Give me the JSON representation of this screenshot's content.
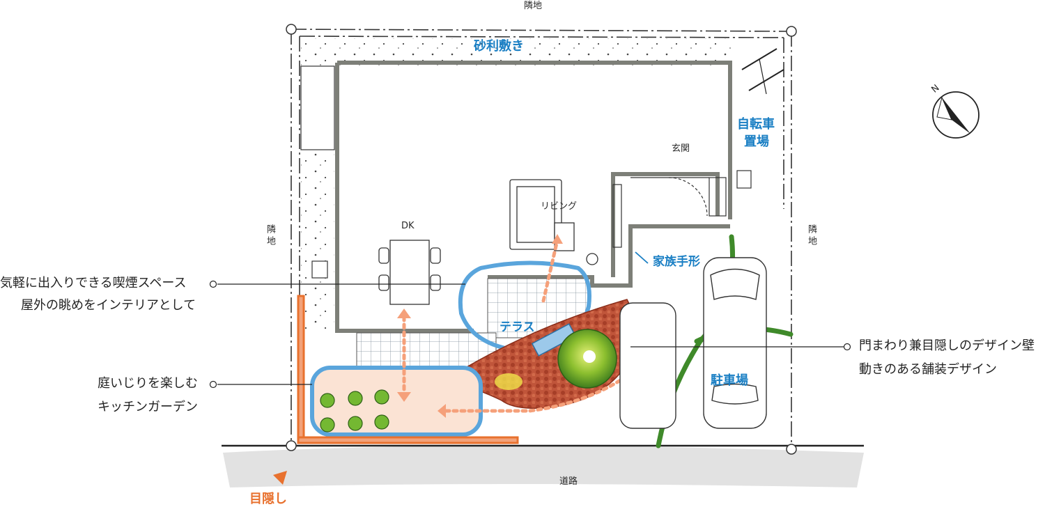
{
  "surroundings": {
    "top": "隣地",
    "left": "隣地",
    "right": "隣地",
    "bottom": "道路"
  },
  "rooms": {
    "dk": "DK",
    "living": "リビング",
    "entrance": "玄関"
  },
  "zones": {
    "gravel": "砂利敷き",
    "bicycle_line1": "自転車",
    "bicycle_line2": "置場",
    "family_handprint": "家族手形",
    "terrace": "テラス",
    "parking": "駐車場",
    "screen": "目隠し"
  },
  "annotations": {
    "smoking_line1": "気軽に出入りできる喫煙スペース",
    "smoking_line2": "屋外の眺めをインテリアとして",
    "wall_line1": "門まわり兼目隠しのデザイン壁",
    "wall_line2": "動きのある舗装デザイン",
    "garden_line1": "庭いじりを楽しむ",
    "garden_line2": "キッチンガーデン"
  },
  "colors": {
    "wall": "#7d7f78",
    "accent_blue": "#5aa5dc",
    "orange": "#e8712e",
    "brick": "#b4452a",
    "green": "#3f8a2a"
  },
  "icons": {
    "compass": "north-arrow-icon"
  }
}
